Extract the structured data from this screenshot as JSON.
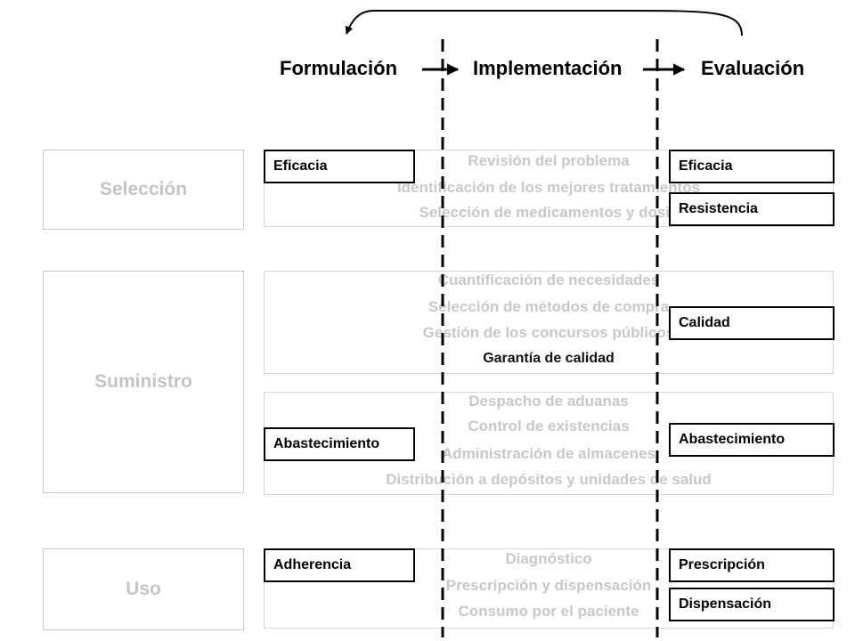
{
  "phases": {
    "formulation": "Formulación",
    "implementation": "Implementación",
    "evaluation": "Evaluación"
  },
  "categories": {
    "selection": "Selección",
    "supply": "Suministro",
    "use": "Uso"
  },
  "selection_box": {
    "lines": [
      "Revisión del problema",
      "Identificación de los mejores tratamientos",
      "Selección de medicamentos y dosis"
    ]
  },
  "supply_box_1": {
    "lines": [
      "Cuantificación de necesidades",
      "Selección de métodos de compra",
      "Gestión de los concursos públicos",
      "Garantía de calidad"
    ]
  },
  "supply_box_2": {
    "lines": [
      "Despacho de aduanas",
      "Control de existencias",
      "Administración de almacenes",
      "Distribución a depósitos y unidades de salud"
    ]
  },
  "use_box": {
    "lines": [
      "Diagnóstico",
      "Prescripción y dispensación",
      "Consumo por el paciente"
    ]
  },
  "left_tags": {
    "selection": "Eficacia",
    "supply": "Abastecimiento",
    "use": "Adherencia"
  },
  "right_tags": {
    "efficacy": "Eficacia",
    "resistance": "Resistencia",
    "quality": "Calidad",
    "supply": "Abastecimiento",
    "prescription": "Prescripción",
    "dispensing": "Dispensación"
  }
}
